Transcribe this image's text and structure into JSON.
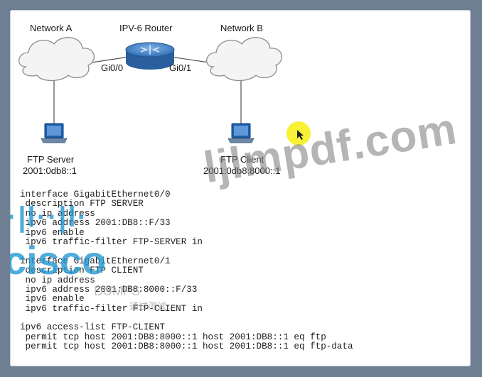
{
  "diagram": {
    "network_a": "Network A",
    "router": "IPV-6 Router",
    "network_b": "Network B",
    "port_left": "Gi0/0",
    "port_right": "Gi0/1",
    "ftp_server_label": "FTP Server",
    "ftp_server_ip": "2001:0db8::1",
    "ftp_client_label": "FTP Client",
    "ftp_client_ip": "2001:0db8:8000::1"
  },
  "config_lines": [
    "interface GigabitEthernet0/0",
    " description FTP SERVER",
    " no ip address",
    " ipv6 address 2001:DB8::F/33",
    " ipv6 enable",
    " ipv6 traffic-filter FTP-SERVER in",
    "",
    "interface GigabitEthernet0/1",
    " description FTP CLIENT",
    " no ip address",
    " ipv6 address 2001:DB8:8000::F/33",
    " ipv6 enable",
    " ipv6 traffic-filter FTP-CLIENT in",
    "",
    "ipv6 access-list FTP-CLIENT",
    " permit tcp host 2001:DB8:8000::1 host 2001:DB8::1 eq ftp",
    " permit tcp host 2001:DB8:8000::1 host 2001:DB8::1 eq ftp-data"
  ],
  "watermarks": {
    "site": "ljlmpdf.com",
    "brand": "cisco",
    "dots": "·|l··|l·",
    "dumps": "DUMPS",
    "cn": "通过测试"
  },
  "colors": {
    "cloud_fill": "#f4f4f4",
    "cloud_stroke": "#8c8c8c",
    "router_blue": "#2f6fb5",
    "laptop_blue": "#1d5fae",
    "pointer_yellow": "#f7ef1f"
  }
}
